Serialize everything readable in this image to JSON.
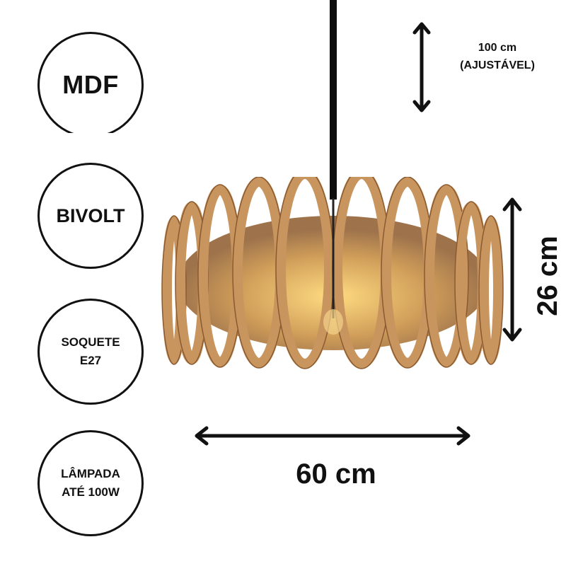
{
  "badges": {
    "material": "MDF",
    "voltage": "BIVOLT",
    "socket_line1": "SOQUETE",
    "socket_line2": "E27",
    "lamp_line1": "LÂMPADA",
    "lamp_line2": "ATÉ 100W"
  },
  "dimensions": {
    "cord_length": "100 cm",
    "cord_note": "(AJUSTÁVEL)",
    "height": "26 cm",
    "width": "60 cm"
  },
  "icons": [
    "double-arrow-vertical-icon",
    "double-arrow-horizontal-icon"
  ],
  "colors": {
    "wood": "#c9955f",
    "wood_dark": "#8a5a30",
    "cord": "#0d0d0d",
    "light": "#e8b93a"
  }
}
